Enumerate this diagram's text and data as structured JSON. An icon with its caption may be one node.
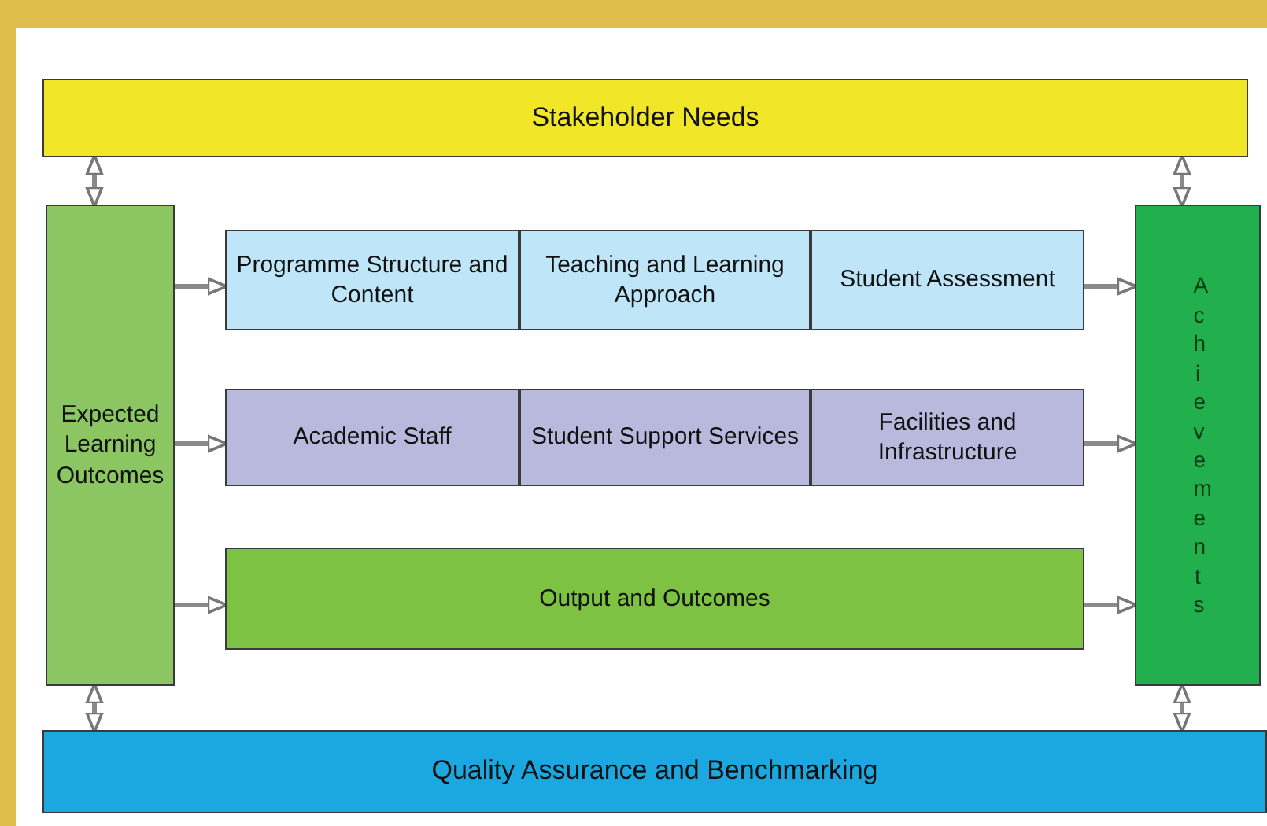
{
  "diagram": {
    "nodes": [
      {
        "text": [
          "Stakeholder Needs"
        ]
      },
      {
        "text": [
          "Expected Learning Outcomes"
        ]
      },
      {
        "text": [
          "Programme Structure and Content"
        ]
      },
      {
        "text": [
          "Teaching and Learning Approach"
        ]
      },
      {
        "text": [
          "Student Assessment"
        ]
      },
      {
        "text": [
          "Academic Staff"
        ]
      },
      {
        "text": [
          "Student Support Services"
        ]
      },
      {
        "text": [
          "Facilities and Infrastructure"
        ]
      },
      {
        "text": [
          "Output and Outcomes"
        ]
      },
      {
        "text": [
          "Achievements"
        ]
      },
      {
        "text": [
          "Quality Assurance and Benchmarking"
        ]
      }
    ],
    "edges": [
      {
        "from": 0,
        "to": 1,
        "arrow": "both"
      },
      {
        "from": 0,
        "to": 9,
        "arrow": "both"
      },
      {
        "from": 1,
        "to": 2,
        "arrow": "to"
      },
      {
        "from": 1,
        "to": 5,
        "arrow": "to"
      },
      {
        "from": 1,
        "to": 8,
        "arrow": "to"
      },
      {
        "from": 4,
        "to": 9,
        "arrow": "to"
      },
      {
        "from": 7,
        "to": 9,
        "arrow": "to"
      },
      {
        "from": 8,
        "to": 9,
        "arrow": "to"
      },
      {
        "from": 1,
        "to": 10,
        "arrow": "both"
      },
      {
        "from": 9,
        "to": 10,
        "arrow": "both"
      }
    ]
  }
}
